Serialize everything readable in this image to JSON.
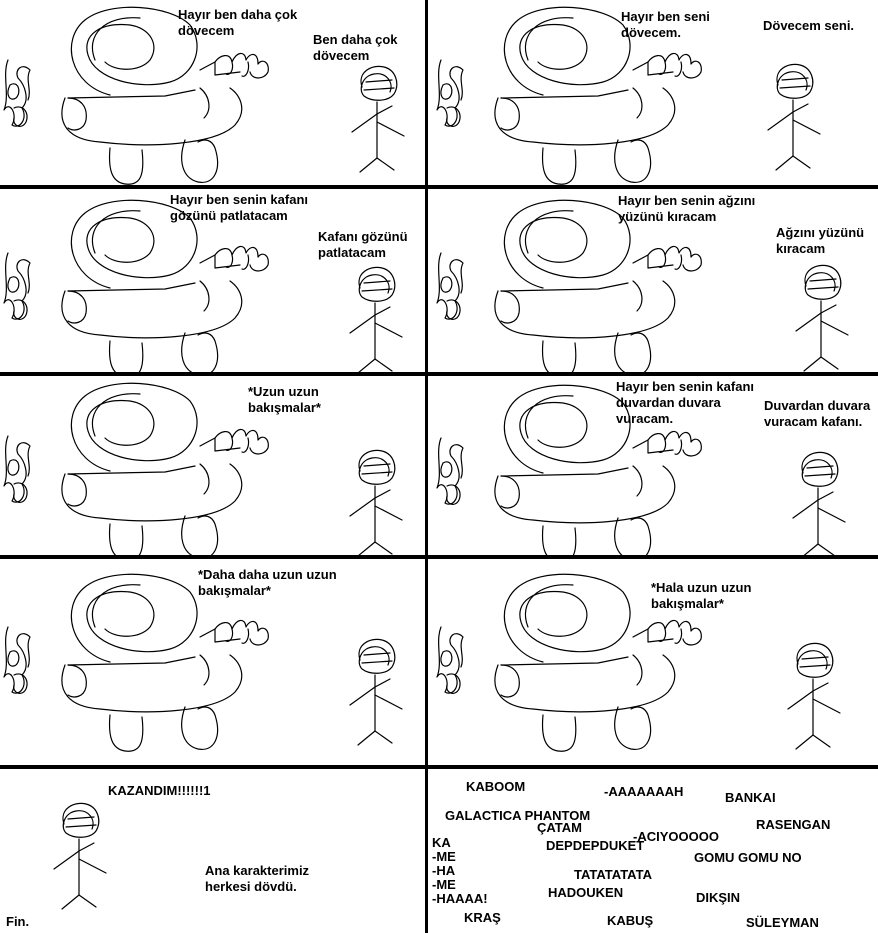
{
  "panels": [
    {
      "creature_speech": "Hayır ben daha çok\ndövecem",
      "person_speech": "Ben daha çok\ndövecem"
    },
    {
      "creature_speech": "Hayır ben seni\ndövecem.",
      "person_speech": "Dövecem seni."
    },
    {
      "creature_speech": "Hayır ben senin kafanı\ngözünü patlatacam",
      "person_speech": "Kafanı gözünü\npatlatacam"
    },
    {
      "creature_speech": "Hayır ben senin ağzını\nyüzünü kıracam",
      "person_speech": "Ağzını yüzünü\nkıracam"
    },
    {
      "creature_speech": "*Uzun uzun\nbakışmalar*",
      "person_speech": ""
    },
    {
      "creature_speech": "Hayır ben senin kafanı\nduvardan duvara\nvuracam.",
      "person_speech": "Duvardan duvara\nvuracam kafanı."
    },
    {
      "creature_speech": "*Daha daha uzun uzun\nbakışmalar*",
      "person_speech": ""
    },
    {
      "creature_speech": "*Hala uzun uzun\nbakışmalar*",
      "person_speech": ""
    }
  ],
  "final_panel": {
    "winner_shout": "KAZANDIM!!!!!!1",
    "narration": "Ana karakterimiz\nherkesi dövdü.",
    "fin": "Fin."
  },
  "sound_effects": [
    "KABOOM",
    "-AAAAAAAH",
    "BANKAI",
    "GALACTICA PHANTOM",
    "ÇATAM",
    "RASENGAN",
    "KA\n-ME\n-HA\n-ME\n-HAAAA!",
    "DEPDEPDUKET",
    "-ACIYOOOOO",
    "GOMU GOMU NO",
    "TATATATATA",
    "HADOUKEN",
    "DIKŞIN",
    "KRAŞ",
    "KABUŞ",
    "SÜLEYMAN"
  ]
}
